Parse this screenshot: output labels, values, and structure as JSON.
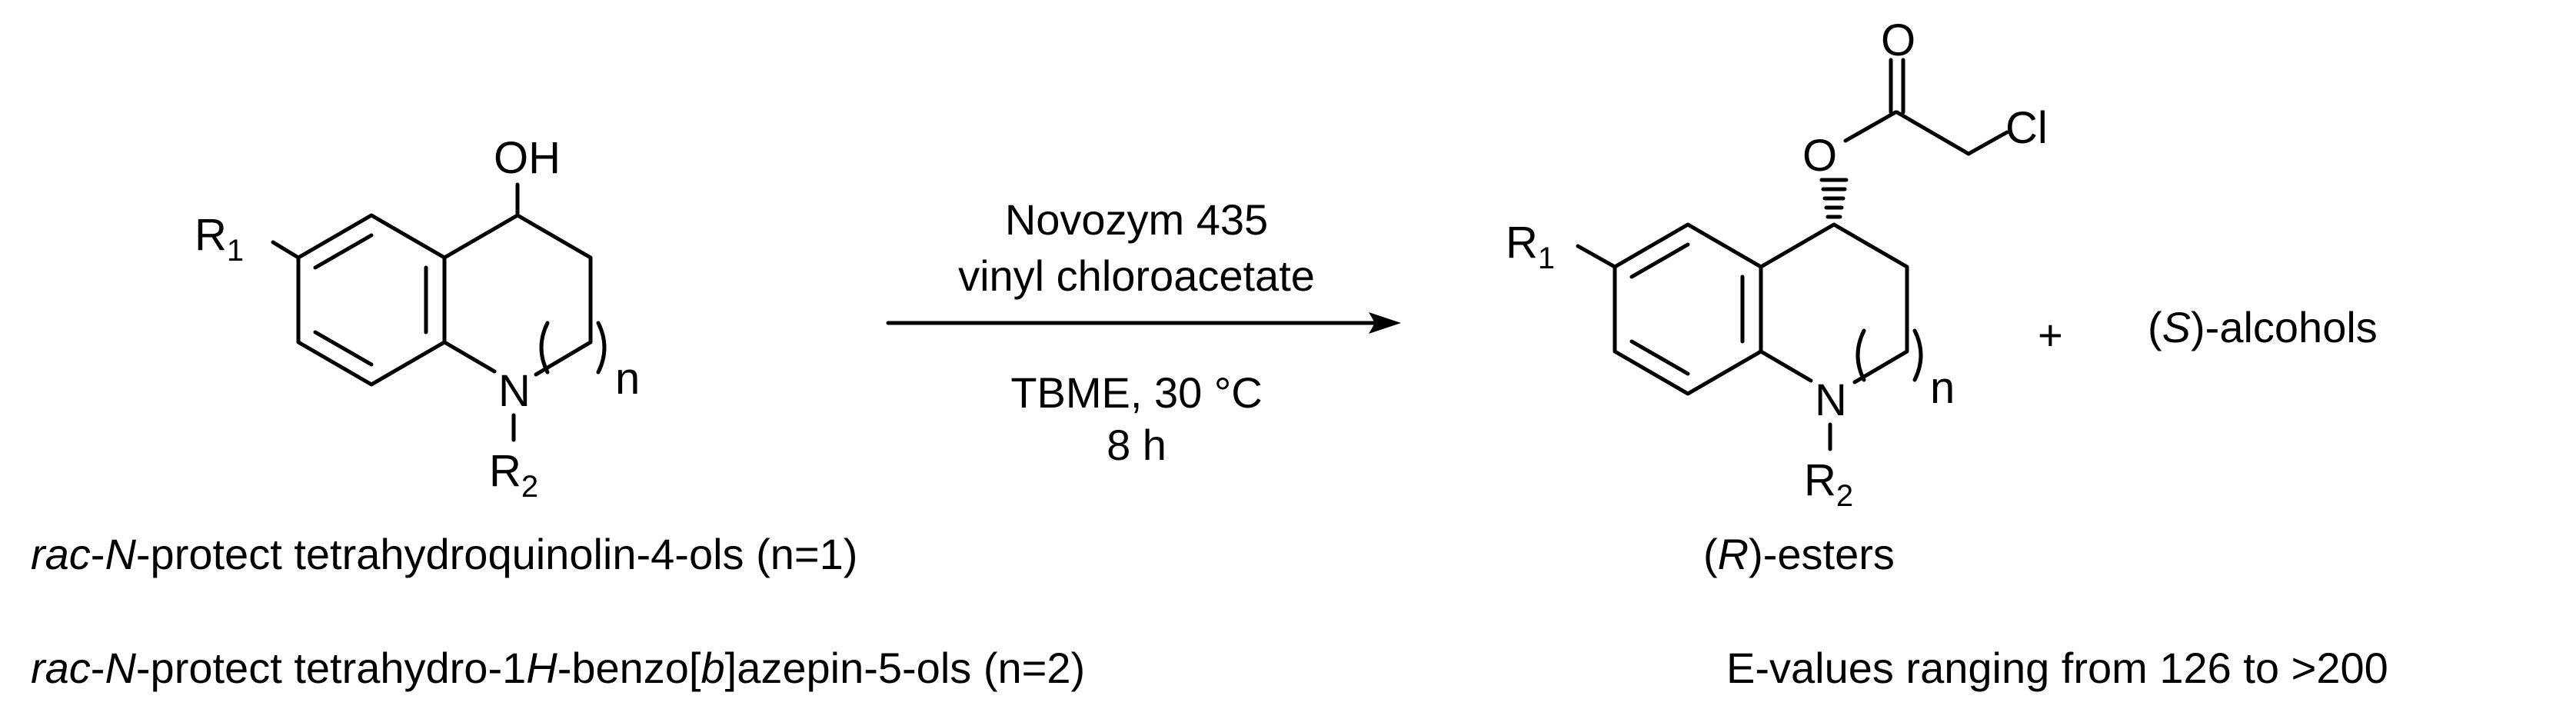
{
  "reactant": {
    "atoms": {
      "oh": "OH",
      "r1": "R",
      "r1_sub": "1",
      "n_atom": "N",
      "r2": "R",
      "r2_sub": "2",
      "ring_n": "n"
    },
    "captions": {
      "line1": {
        "prefix": "rac",
        "dash1": "-",
        "n": "N",
        "rest": "-protect tetrahydroquinolin-4-ols (n=1)"
      },
      "line2": {
        "prefix": "rac",
        "dash1": "-",
        "n": "N",
        "mid": "-protect  tetrahydro-1",
        "h": "H",
        "mid2": "-benzo[",
        "b": "b",
        "rest": "]azepin-5-ols (n=2)"
      }
    }
  },
  "conditions": {
    "above": [
      "Novozym 435",
      "vinyl chloroacetate"
    ],
    "below": [
      "TBME, 30 °C",
      "8 h"
    ]
  },
  "product": {
    "atoms": {
      "o_carbonyl": "O",
      "o_ester": "O",
      "cl": "Cl",
      "r1": "R",
      "r1_sub": "1",
      "n_atom": "N",
      "r2": "R",
      "r2_sub": "2",
      "ring_n": "n"
    },
    "caption": {
      "open": "(",
      "config": "R",
      "close": ")-esters"
    }
  },
  "coproduct": {
    "plus": "+",
    "open": "(",
    "config": "S",
    "close": ")-alcohols"
  },
  "evalues": "E-values ranging from 126 to >200"
}
